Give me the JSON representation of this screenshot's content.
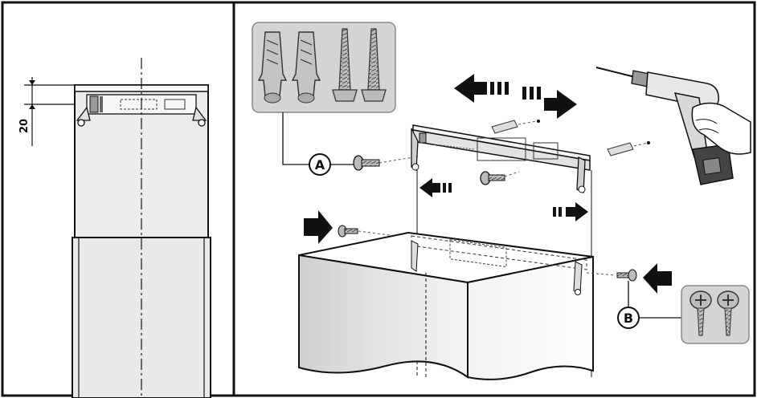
{
  "dimension_label": "20",
  "callouts": {
    "a": "A",
    "b": "B"
  },
  "colors": {
    "line": "#111111",
    "panel": "#e6e6e6",
    "cabinet": "#d9d9d9",
    "hardware_box": "#d0d0d0"
  }
}
